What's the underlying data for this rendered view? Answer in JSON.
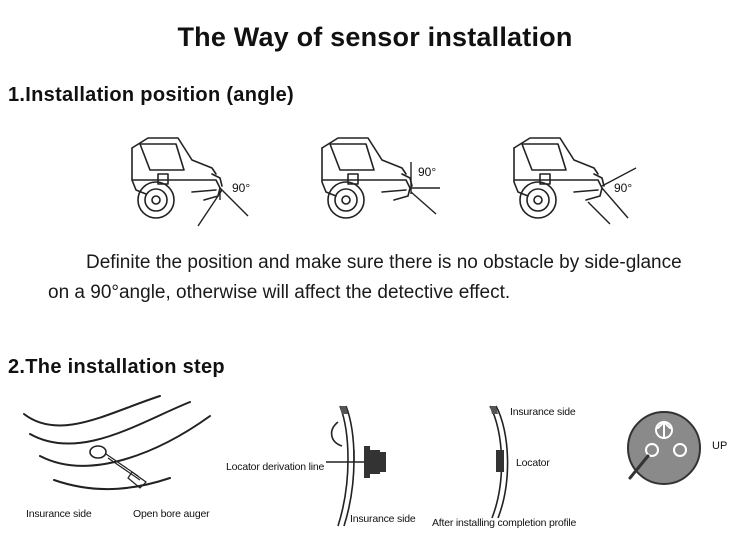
{
  "title": "The Way of sensor installation",
  "section1": {
    "heading": "1.Installation position (angle)",
    "angle_labels": [
      "90°",
      "90°",
      "90°"
    ],
    "description_line1": "Definite the position and make sure there is no obstacle by side-glance",
    "description_line2": "on a 90°angle, otherwise will affect the detective effect."
  },
  "section2": {
    "heading": "2.The installation step",
    "step1": {
      "insurance_side": "Insurance side",
      "open_bore_auger": "Open bore auger"
    },
    "step2": {
      "locator_derivation_line": "Locator derivation line",
      "insurance_side": "Insurance side"
    },
    "step3": {
      "insurance_side": "Insurance side",
      "locator": "Locator",
      "after_installing": "After installing completion profile"
    },
    "step4": {
      "up": "UP"
    }
  }
}
